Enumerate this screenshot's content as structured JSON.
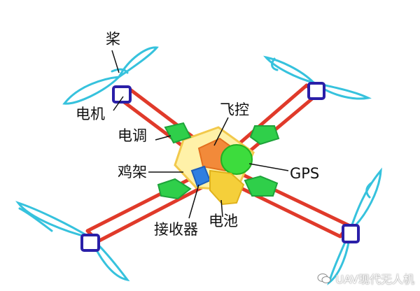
{
  "labels": {
    "propeller": "桨",
    "motor": "电机",
    "esc": "电调",
    "flight_controller": "飞控",
    "frame": "鸡架",
    "gps": "GPS",
    "receiver": "接收器",
    "battery": "电池"
  },
  "watermark": "UAV现代无人机",
  "colors": {
    "arm": "#e03a2a",
    "propeller": "#36c2dd",
    "motor": "#2a1fa8",
    "esc": "#2fcf4a",
    "flight_controller": "#f28a3a",
    "gps": "#3ddc3d",
    "battery": "#f5cf3a",
    "receiver": "#2f7fe0",
    "frame_plate": "#fff1a8"
  }
}
